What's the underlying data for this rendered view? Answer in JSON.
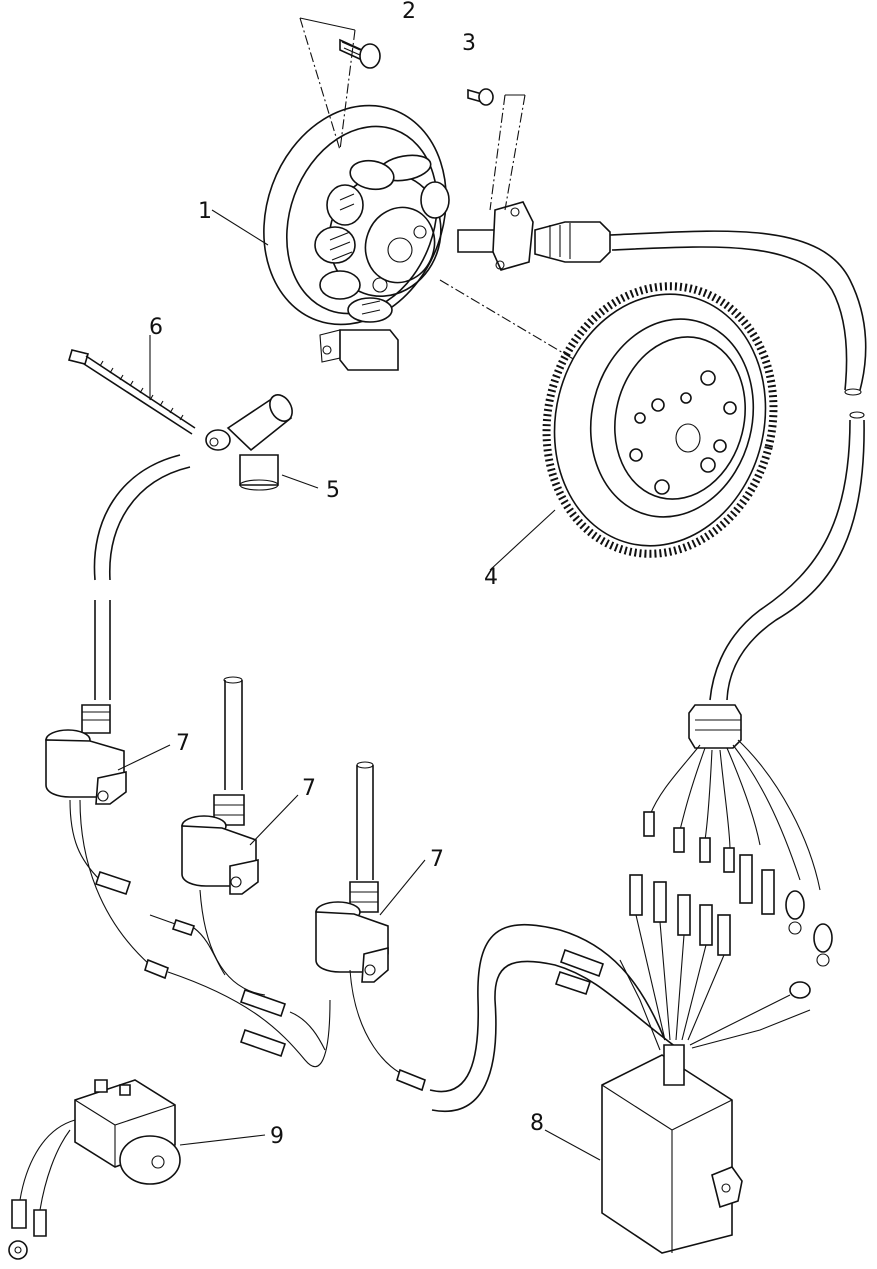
{
  "callouts": {
    "c1": "1",
    "c2": "2",
    "c3": "3",
    "c4": "4",
    "c5": "5",
    "c6": "6",
    "c7a": "7",
    "c7b": "7",
    "c7c": "7",
    "c8": "8",
    "c9": "9"
  }
}
